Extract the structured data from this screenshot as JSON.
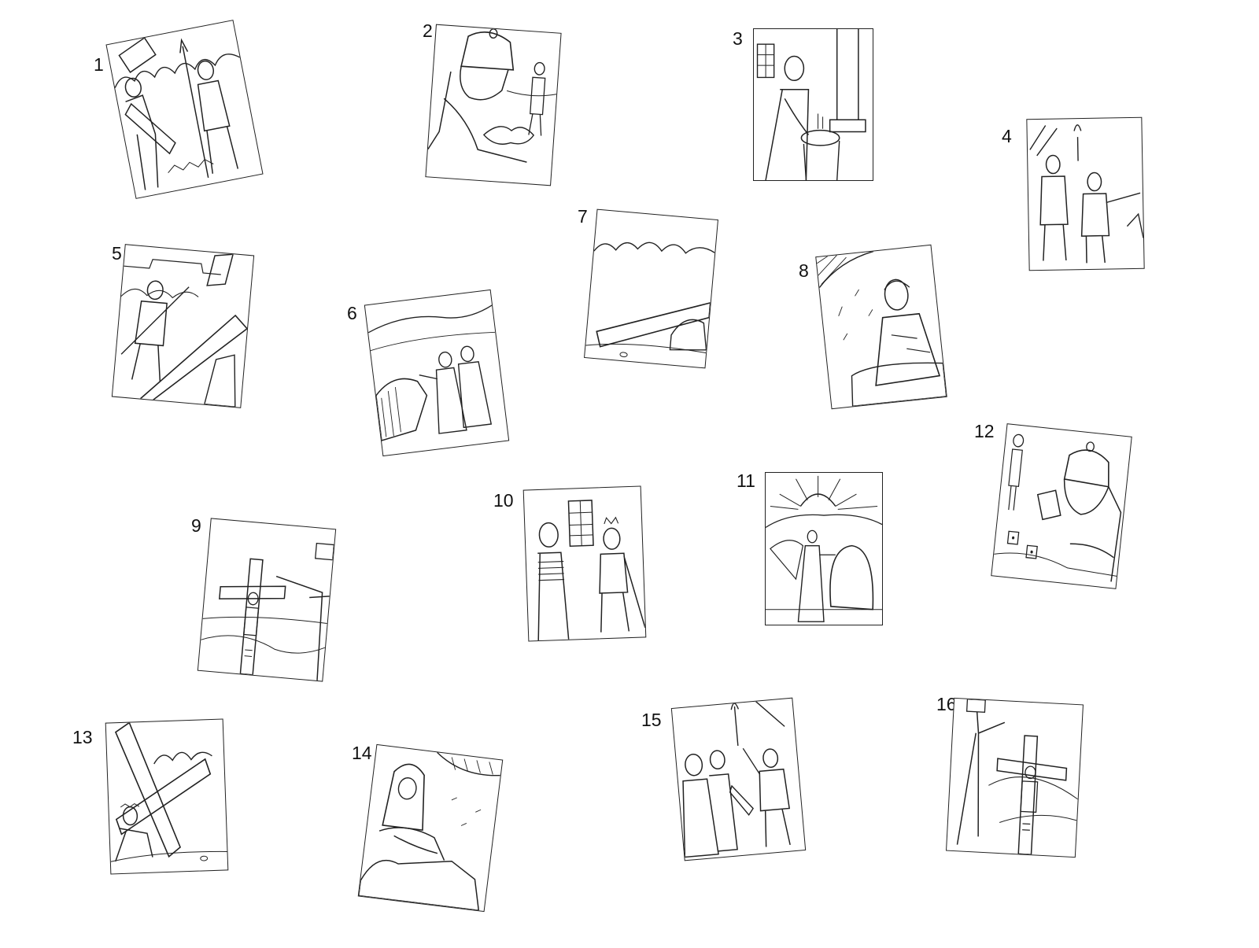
{
  "sheet": {
    "cards": [
      {
        "number": "1",
        "scene": "jesus-carries-cross"
      },
      {
        "number": "2",
        "scene": "soldier-reaches-cloth"
      },
      {
        "number": "3",
        "scene": "pilate-washes-hands"
      },
      {
        "number": "4",
        "scene": "arrest-with-torch"
      },
      {
        "number": "5",
        "scene": "soldier-and-cross"
      },
      {
        "number": "6",
        "scene": "women-at-tomb"
      },
      {
        "number": "7",
        "scene": "cross-on-ground"
      },
      {
        "number": "8",
        "scene": "jesus-praying-on-rock"
      },
      {
        "number": "9",
        "scene": "crucified-with-thieves"
      },
      {
        "number": "10",
        "scene": "jesus-bound-before-soldier"
      },
      {
        "number": "11",
        "scene": "angel-at-stone"
      },
      {
        "number": "12",
        "scene": "soldier-casting-dice"
      },
      {
        "number": "13",
        "scene": "jesus-falls-under-cross"
      },
      {
        "number": "14",
        "scene": "mary-holds-jesus"
      },
      {
        "number": "15",
        "scene": "soldiers-with-torch"
      },
      {
        "number": "16",
        "scene": "jesus-on-cross-inri"
      }
    ]
  },
  "icons": {
    "illustration": "line-art-scene-icon"
  },
  "colors": {
    "ink": "#222222",
    "paper": "#ffffff",
    "text": "#111111"
  }
}
